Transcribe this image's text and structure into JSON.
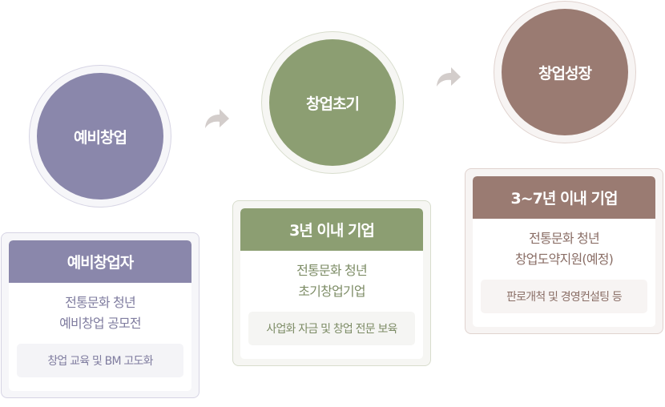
{
  "colors": {
    "stage1": "#8a87ab",
    "stage2": "#8c9e72",
    "stage3": "#9a7b72",
    "arrow": "#d3cdcb"
  },
  "stages": [
    {
      "circle_label": "예비창업",
      "header": "예비창업자",
      "desc_line1": "전통문화 청년",
      "desc_line2": "예비창업 공모전",
      "tag": "창업 교육 및 BM 고도화"
    },
    {
      "circle_label": "창업초기",
      "header": "3년 이내 기업",
      "desc_line1": "전통문화 청년",
      "desc_line2": "초기창업기업",
      "tag": "사업화 자금 및 창업 전문 보육"
    },
    {
      "circle_label": "창업성장",
      "header": "3~7년 이내 기업",
      "desc_line1": "전통문화 청년",
      "desc_line2": "창업도약지원(예정)",
      "tag": "판로개척 및 경영컨설팅 등"
    }
  ],
  "icons": {
    "arrow": "curved-forward-arrow-icon"
  }
}
